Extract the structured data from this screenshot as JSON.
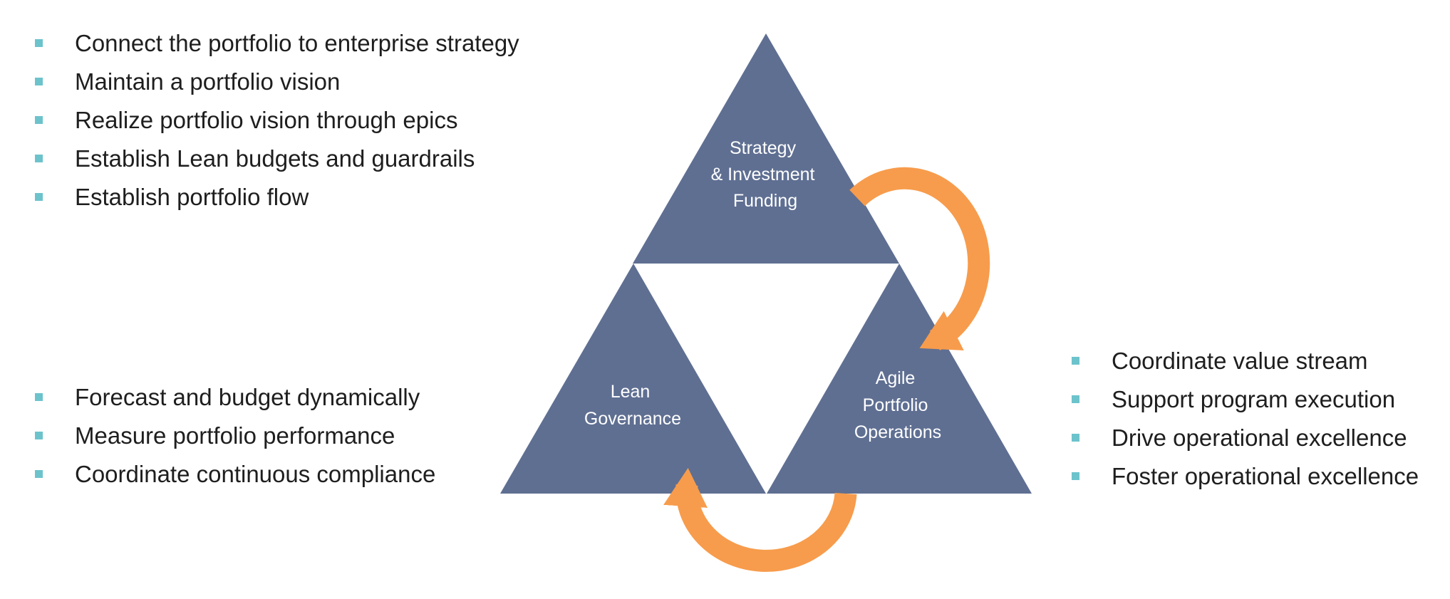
{
  "colors": {
    "triangle_fill": "#5f6f92",
    "arrow": "#f79c4c",
    "bullet": "#6cc3cc",
    "text": "#1e1e1e",
    "triangle_text": "#ffffff"
  },
  "lists": {
    "top_left": [
      "Connect the portfolio to enterprise strategy",
      "Maintain a portfolio vision",
      "Realize portfolio vision through epics",
      "Establish Lean budgets and guardrails",
      "Establish portfolio flow"
    ],
    "bottom_left": [
      "Forecast and budget dynamically",
      "Measure portfolio performance",
      "Coordinate continuous compliance"
    ],
    "right": [
      "Coordinate value stream",
      "Support program execution",
      "Drive operational excellence",
      "Foster operational excellence"
    ]
  },
  "triangles": {
    "top": {
      "lines": [
        "Strategy",
        "& Investment",
        "Funding"
      ]
    },
    "left": {
      "lines": [
        "Lean",
        "Governance"
      ]
    },
    "right": {
      "lines": [
        "Agile",
        "Portfolio",
        "Operations"
      ]
    }
  }
}
